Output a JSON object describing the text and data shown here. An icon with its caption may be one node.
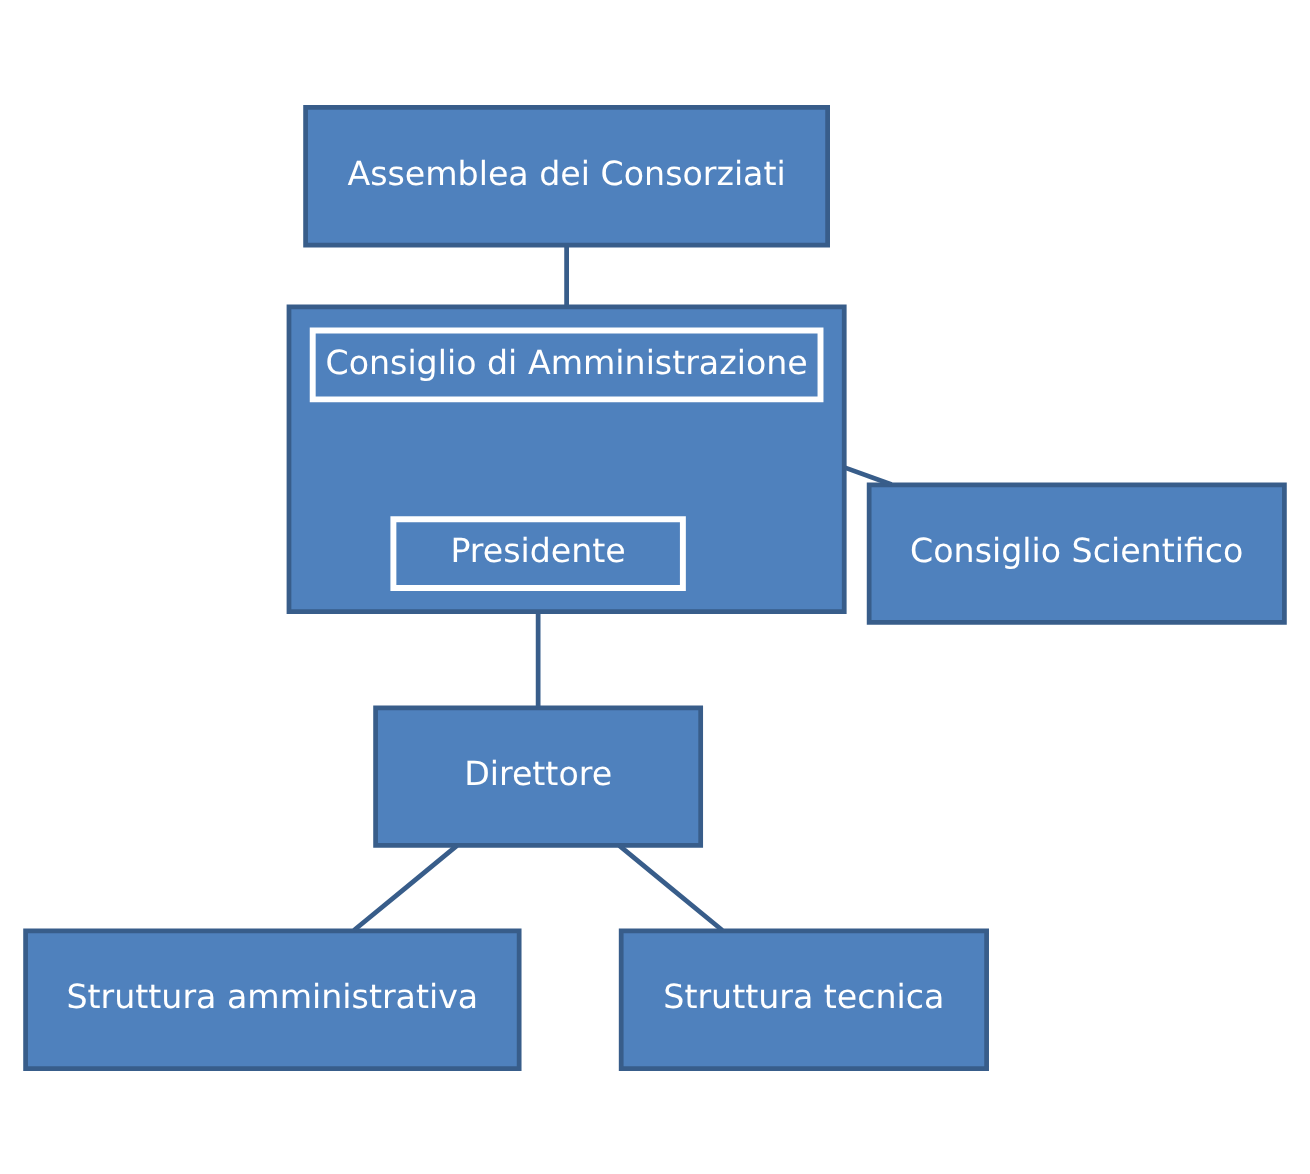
{
  "diagram": {
    "nodes": [
      {
        "text": [
          "Assemblea dei Consorziati"
        ]
      },
      {
        "text": [],
        "shape": "box"
      },
      {
        "text": [
          "Consiglio di Amministrazione"
        ],
        "in": 1
      },
      {
        "text": [
          "Presidente"
        ],
        "in": 1
      },
      {
        "text": [
          "Consiglio Scientifico"
        ]
      },
      {
        "text": [
          "Direttore"
        ]
      },
      {
        "text": [
          "Struttura amministrativa"
        ]
      },
      {
        "text": [
          "Struttura tecnica"
        ]
      }
    ],
    "edges": [
      {
        "from": 0,
        "to": 1,
        "arrow": "none"
      },
      {
        "from": 1,
        "to": 4,
        "arrow": "none"
      },
      {
        "from": 1,
        "to": 5,
        "arrow": "none"
      },
      {
        "from": 5,
        "to": 6,
        "arrow": "none"
      },
      {
        "from": 5,
        "to": 7,
        "arrow": "none"
      }
    ]
  }
}
